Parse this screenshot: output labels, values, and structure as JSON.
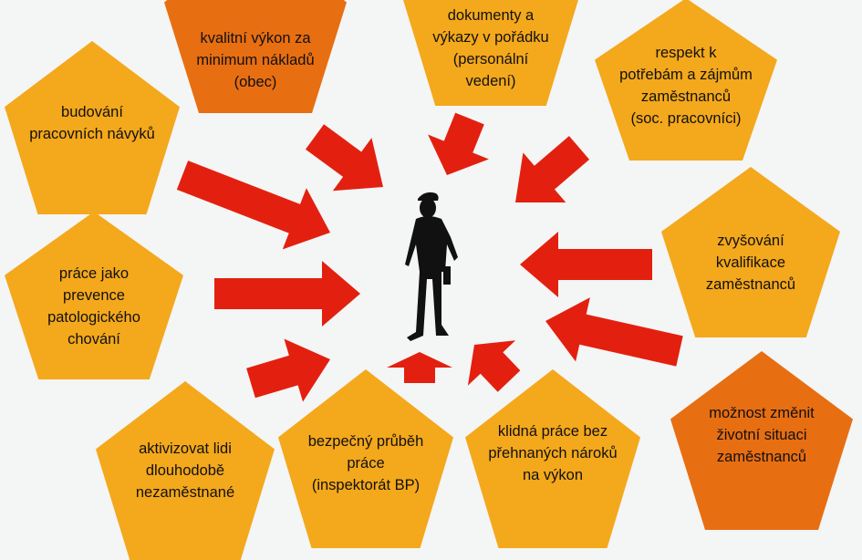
{
  "colors": {
    "yellow": "#f4a81b",
    "orange": "#e86e12",
    "arrow": "#e3200f",
    "background": "#f4f5f5"
  },
  "center_icon": "worker-silhouette-icon",
  "items": [
    {
      "text": "budování\npracovních návyků"
    },
    {
      "text": "kvalitní výkon za\nminimum nákladů\n(obec)"
    },
    {
      "text": "dokumenty a\nvýkazy v pořádku\n(personální\nvedení)"
    },
    {
      "text": "respekt k\npotřebám a zájmům\nzaměstnanců\n(soc. pracovníci)"
    },
    {
      "text": "zvyšování\nkvalifikace\nzaměstnanců"
    },
    {
      "text": "práce jako\nprevence\npatologického\nchování"
    },
    {
      "text": "možnost změnit\nživotní situaci\nzaměstnanců"
    },
    {
      "text": "klidná práce bez\npřehnaných nároků\nna výkon"
    },
    {
      "text": "bezpečný průběh\npráce\n(inspektorát BP)"
    },
    {
      "text": "aktivizovat lidi\ndlouhodobě\nnezaměstnané"
    }
  ]
}
